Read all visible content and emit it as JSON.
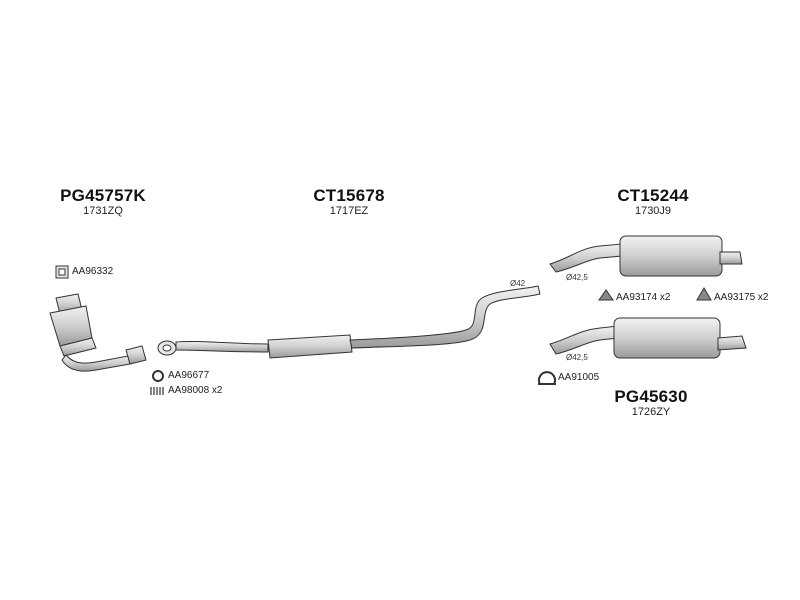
{
  "parts": {
    "catalyst": {
      "code": "PG45757K",
      "ref": "1731ZQ"
    },
    "middle_pipe": {
      "code": "CT15678",
      "ref": "1717EZ"
    },
    "rear_silencer_a": {
      "code": "CT15244",
      "ref": "1730J9"
    },
    "rear_silencer_b": {
      "code": "PG45630",
      "ref": "1726ZY"
    }
  },
  "accessories": {
    "gasket_top": "AA96332",
    "ring": "AA96677",
    "springs": "AA98008 x2",
    "mount_left": "AA93174 x2",
    "mount_right": "AA93175 x2",
    "clamp": "AA91005"
  },
  "dimensions": {
    "pipe_end": "Ø42",
    "silencer_a_inlet": "Ø42,5",
    "silencer_b_inlet": "Ø42,5"
  },
  "colors": {
    "line": "#333333",
    "fill_light": "#e6e6e6",
    "fill_mid": "#c8c8c8"
  }
}
